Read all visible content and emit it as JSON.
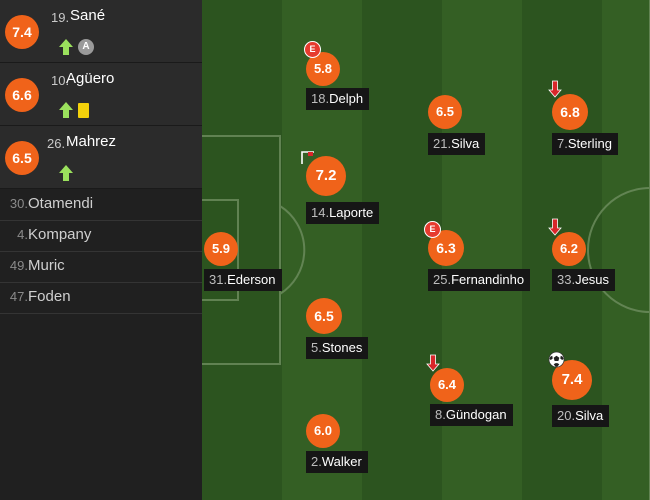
{
  "substitutes_on": [
    {
      "rating": "7.4",
      "number": "19.",
      "name": "Sané",
      "icons": [
        "sub-on-arrow-icon",
        "assist-icon"
      ],
      "assist_letter": "A"
    },
    {
      "rating": "6.6",
      "number": "10.",
      "name": "Agüero",
      "icons": [
        "sub-on-arrow-icon",
        "yellow-card-icon"
      ]
    },
    {
      "rating": "6.5",
      "number": "26.",
      "name": "Mahrez",
      "icons": [
        "sub-on-arrow-icon"
      ]
    }
  ],
  "bench": [
    {
      "number": "30.",
      "name": "Otamendi"
    },
    {
      "number": "4.",
      "name": "Kompany"
    },
    {
      "number": "49.",
      "name": "Muric"
    },
    {
      "number": "47.",
      "name": "Foden"
    }
  ],
  "lineup": [
    {
      "id": "delph",
      "rating": "5.8",
      "number": "18.",
      "name": "Delph",
      "event_letter": "E"
    },
    {
      "id": "silva-d",
      "rating": "6.5",
      "number": "21.",
      "name": "Silva"
    },
    {
      "id": "sterling",
      "rating": "6.8",
      "number": "7.",
      "name": "Sterling"
    },
    {
      "id": "laporte",
      "rating": "7.2",
      "number": "14.",
      "name": "Laporte"
    },
    {
      "id": "ederson",
      "rating": "5.9",
      "number": "31.",
      "name": "Ederson"
    },
    {
      "id": "fernandinho",
      "rating": "6.3",
      "number": "25.",
      "name": "Fernandinho",
      "event_letter": "E"
    },
    {
      "id": "jesus",
      "rating": "6.2",
      "number": "33.",
      "name": "Jesus"
    },
    {
      "id": "stones",
      "rating": "6.5",
      "number": "5.",
      "name": "Stones"
    },
    {
      "id": "gundogan",
      "rating": "6.4",
      "number": "8.",
      "name": "Gündogan"
    },
    {
      "id": "silva-b",
      "rating": "7.4",
      "number": "20.",
      "name": "Silva"
    },
    {
      "id": "walker",
      "rating": "6.0",
      "number": "2.",
      "name": "Walker"
    }
  ],
  "colors": {
    "rating_bg": "#f0631a",
    "sub_on_arrow": "#9be15d",
    "sub_off_arrow": "#d9262a",
    "yellow_card": "#f4d10b",
    "pitch_dark": "#2b531e",
    "pitch_light": "#3a6a28"
  }
}
